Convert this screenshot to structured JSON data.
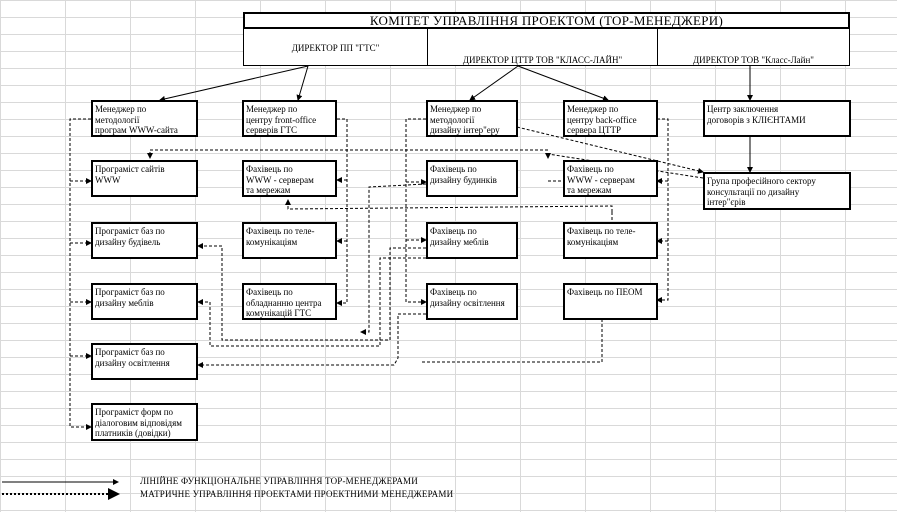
{
  "title": "КОМІТЕТ УПРАВЛІННЯ ПРОЕКТОМ (ТОР-МЕНЕДЖЕРИ)",
  "directors": {
    "d1": "ДИРЕКТОР ПП \"ГТС\"",
    "d2": "ДИРЕКТОР ЦТТР ТОВ \"КЛАСС-ЛАЙН\"",
    "d3": "ДИРЕКТОР ТОВ \"Класс-Лайн\""
  },
  "boxes": {
    "m1": "Менеджер по\nметодології\nпрограм WWW-сайта",
    "m2": "Менеджер по\nцентру front-office\nсерверів ГТС",
    "m3": "Менеджер по\nметодології\nдизайну інтер\"еру",
    "m4": "Менеджер по\nцентру back-office\nсервера ЦТТР",
    "m5": "Центр заключення\nдоговорів з КЛІЄНТАМИ",
    "p1": "Програміст сайтів\nWWW",
    "p2": "Програміст баз по\nдизайну будівель",
    "p3": "Програміст баз по\nдизайну меблів",
    "p4": "Програміст баз по\nдизайну освітлення",
    "p5": "Програміст форм по\nдіалоговим відповідям\nплатників (довідки)",
    "f1": "Фахівець по\nWWW - серверам\nта мережам",
    "f2": "Фахівець по теле-\nкомунікаціям",
    "f3": "Фахівець по\nобладнанню центра\nкомунікацій ГТС",
    "f4": "Фахівець по\nдизайну будинків",
    "f5": "Фахівець по\nдизайну меблів",
    "f6": "Фахівець по\nдизайну освітлення",
    "f7": "Фахівець по\nWWW - серверам\nта мережам",
    "f8": "Фахівець по теле-\nкомунікаціям",
    "f9": "Фахівець по ПЕОМ",
    "g1": "Група професійного сектору\nконсультації по дизайну\nінтер\"єрів"
  },
  "legend": {
    "solid": "ЛІНІЙНЕ ФУНКЦІОНАЛЬНЕ УПРАВЛІННЯ ТОР-МЕНЕДЖЕРАМИ",
    "dotted": "МАТРИЧНЕ УПРАВЛІННЯ ПРОЕКТАМИ ПРОЕКТНИМИ МЕНЕДЖЕРАМИ"
  }
}
